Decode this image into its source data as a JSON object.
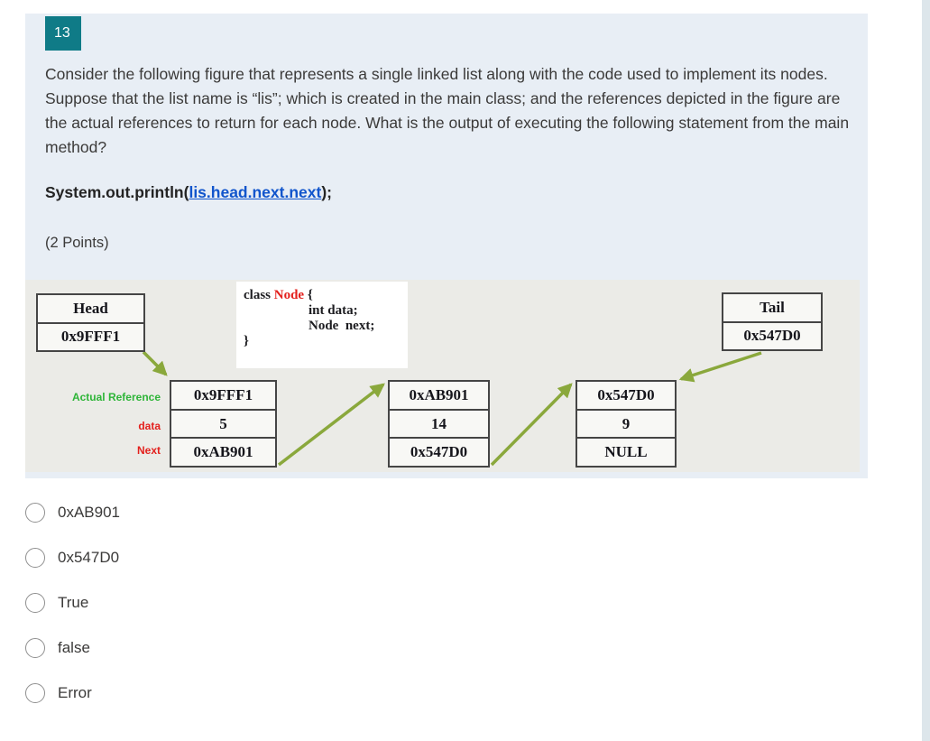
{
  "question": {
    "number": "13",
    "text": "Consider the following figure that represents a single linked list along with the code used to implement its nodes. Suppose that the list name is “lis”; which is created in the main class; and the references depicted in the figure are the actual references to return for each node. What is the output of executing the following statement from the main method?",
    "statement_prefix": "System.out.println(",
    "statement_link": "lis.head.next.next",
    "statement_suffix": ");",
    "points": "(2 Points)"
  },
  "figure": {
    "head": {
      "title": "Head",
      "value": "0x9FFF1"
    },
    "tail": {
      "title": "Tail",
      "value": "0x547D0"
    },
    "code": {
      "l1_pre": "class ",
      "l1_name": "Node",
      "l1_post": " {",
      "l2": "int data;",
      "l3": "Node  next;",
      "l4": "}"
    },
    "row_labels": {
      "reference": "Actual Reference",
      "data": "data",
      "next": "Next"
    },
    "nodes": [
      {
        "reference": "0x9FFF1",
        "data": "5",
        "next": "0xAB901"
      },
      {
        "reference": "0xAB901",
        "data": "14",
        "next": "0x547D0"
      },
      {
        "reference": "0x547D0",
        "data": "9",
        "next": "NULL"
      }
    ]
  },
  "options": [
    {
      "label": "0xAB901"
    },
    {
      "label": "0x547D0"
    },
    {
      "label": "True"
    },
    {
      "label": "false"
    },
    {
      "label": "Error"
    }
  ],
  "colors": {
    "badge_teal": "#0f7b87",
    "panel_blue": "#e8eef5",
    "link_blue": "#1155cc",
    "label_green": "#2eb538",
    "label_red": "#e3201d",
    "arrow_green": "#8aa83c",
    "figure_gray": "#ebebe7",
    "scrollbar": "#dde6eb"
  }
}
